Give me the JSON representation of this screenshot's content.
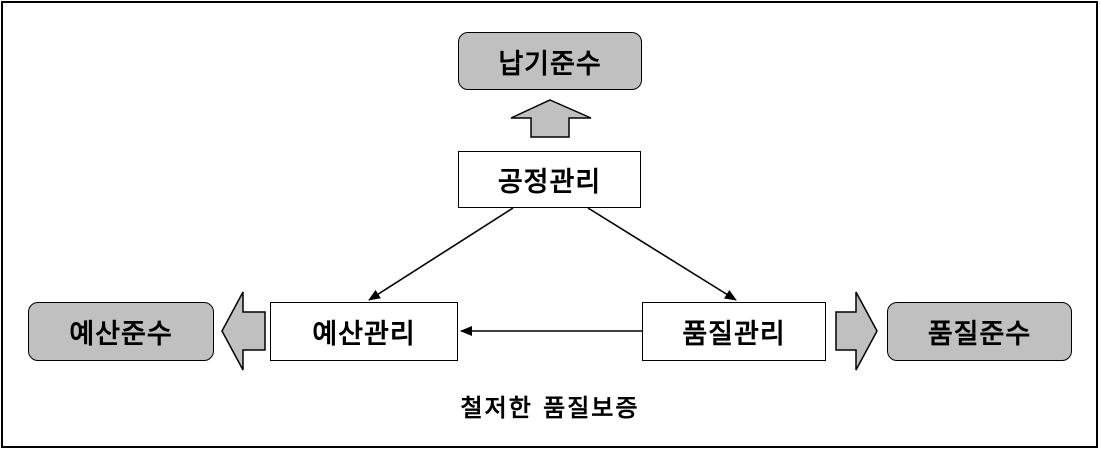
{
  "colors": {
    "outcome_fill": "#c0c0c0",
    "process_fill": "#ffffff",
    "stroke": "#000000"
  },
  "nodes": {
    "schedule_management": "공정관리",
    "budget_management": "예산관리",
    "quality_management": "품질관리",
    "delivery_compliance": "납기준수",
    "budget_compliance": "예산준수",
    "quality_compliance": "품질준수"
  },
  "caption": "철저한 품질보증",
  "edges": [
    {
      "from": "schedule_management",
      "to": "budget_management",
      "kind": "line-arrow"
    },
    {
      "from": "schedule_management",
      "to": "quality_management",
      "kind": "line-arrow"
    },
    {
      "from": "quality_management",
      "to": "budget_management",
      "kind": "line-arrow"
    },
    {
      "from": "schedule_management",
      "to": "delivery_compliance",
      "kind": "block-arrow"
    },
    {
      "from": "budget_management",
      "to": "budget_compliance",
      "kind": "block-arrow"
    },
    {
      "from": "quality_management",
      "to": "quality_compliance",
      "kind": "block-arrow"
    }
  ]
}
